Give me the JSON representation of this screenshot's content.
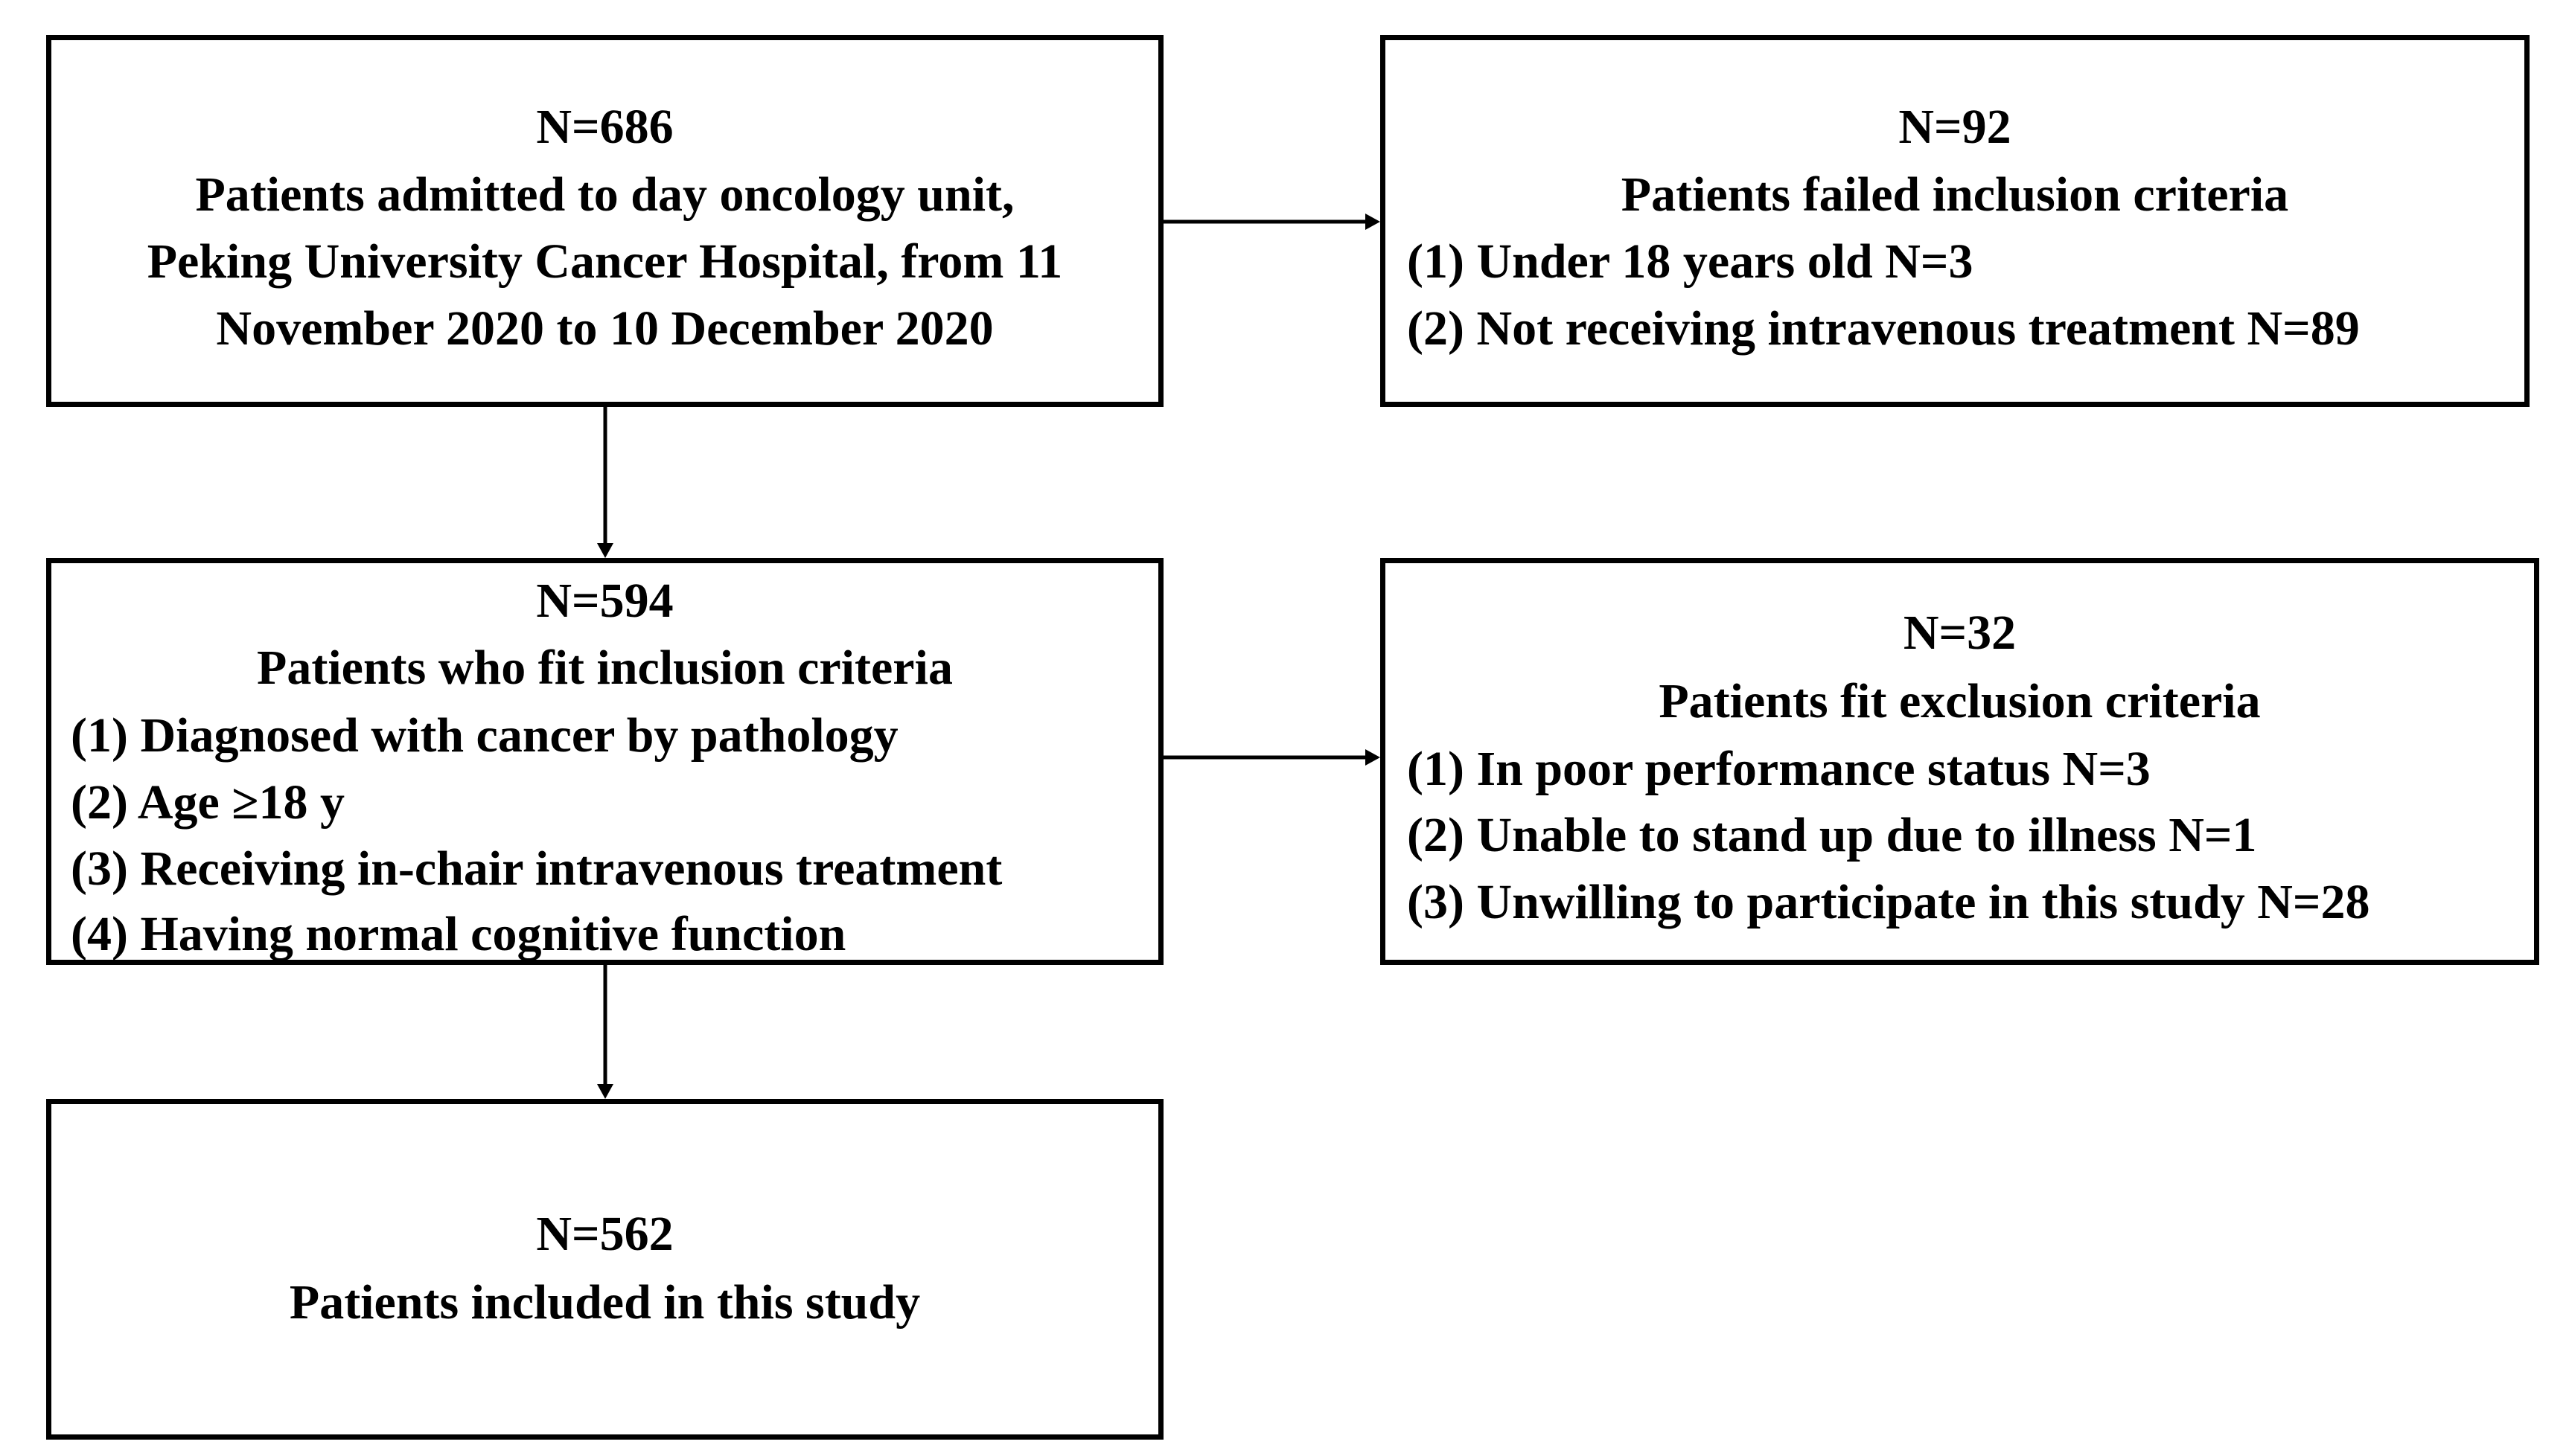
{
  "nodes": {
    "admitted": {
      "count": "N=686",
      "lines": [
        "Patients admitted to day oncology unit,",
        "Peking University Cancer Hospital, from 11",
        "November 2020 to 10 December 2020"
      ]
    },
    "failed_inclusion": {
      "count": "N=92",
      "title": "Patients failed inclusion criteria",
      "items": [
        "(1) Under 18 years old N=3",
        "(2) Not receiving intravenous treatment N=89"
      ]
    },
    "fit_inclusion": {
      "count": "N=594",
      "title": "Patients who fit inclusion criteria",
      "items": [
        "(1) Diagnosed with cancer by pathology",
        "(2) Age ≥18 y",
        "(3) Receiving in-chair intravenous treatment",
        "(4) Having normal cognitive function"
      ]
    },
    "fit_exclusion": {
      "count": "N=32",
      "title": "Patients fit exclusion criteria",
      "items": [
        "(1) In poor performance status N=3",
        "(2) Unable to stand up due to illness N=1",
        "(3) Unwilling to participate in this study N=28"
      ]
    },
    "included": {
      "count": "N=562",
      "title": "Patients included in this study"
    }
  },
  "edges": [
    {
      "from": "admitted",
      "to": "failed_inclusion"
    },
    {
      "from": "admitted",
      "to": "fit_inclusion"
    },
    {
      "from": "fit_inclusion",
      "to": "fit_exclusion"
    },
    {
      "from": "fit_inclusion",
      "to": "included"
    }
  ]
}
